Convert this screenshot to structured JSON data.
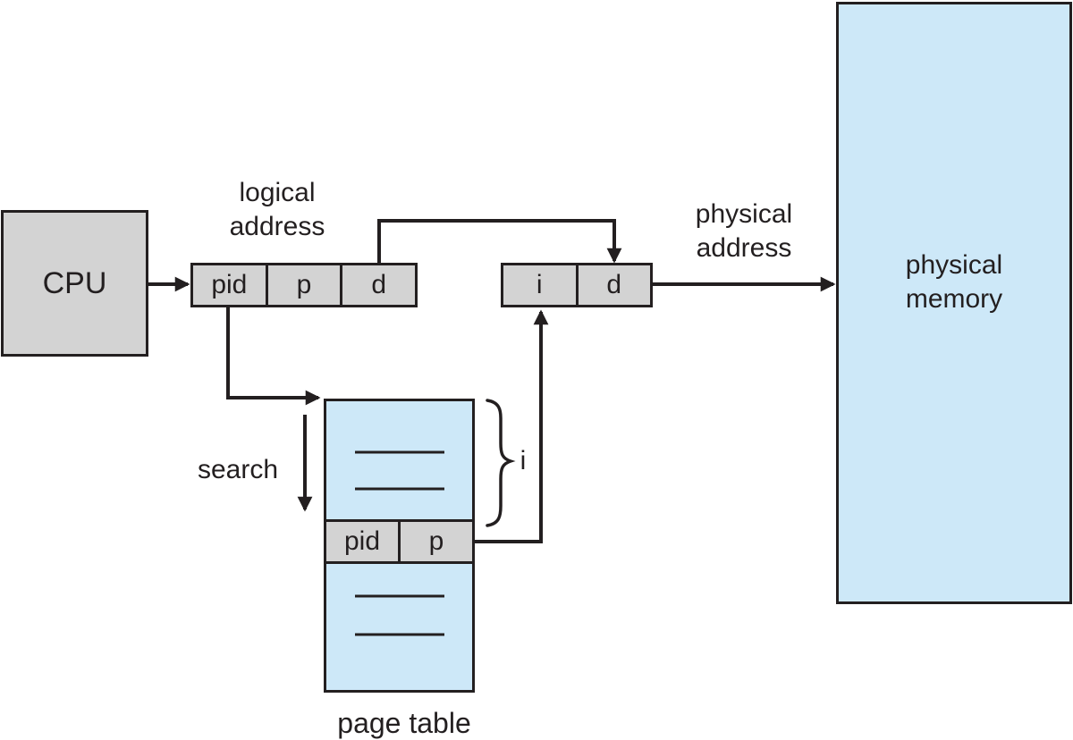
{
  "colors": {
    "box_gray": "#d3d3d3",
    "box_blue": "#cde8f8",
    "line": "#231f20",
    "background": "#ffffff"
  },
  "cpu": {
    "label": "CPU"
  },
  "logical_address": {
    "caption_lines": [
      "logical",
      "address"
    ],
    "fields": [
      "pid",
      "p",
      "d"
    ]
  },
  "physical_register": {
    "fields": [
      "i",
      "d"
    ]
  },
  "physical_address": {
    "caption_lines": [
      "physical",
      "address"
    ]
  },
  "physical_memory": {
    "label_lines": [
      "physical",
      "memory"
    ]
  },
  "page_table": {
    "caption": "page table",
    "match_fields": [
      "pid",
      "p"
    ],
    "blank_entry_count": 4
  },
  "search_label": "search",
  "index_label": "i"
}
